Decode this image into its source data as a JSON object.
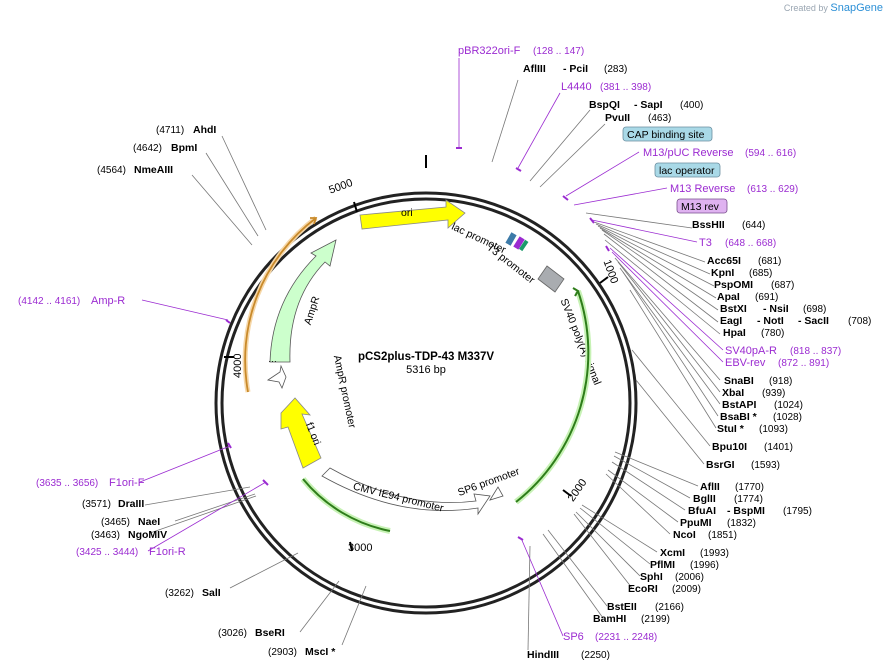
{
  "header": {
    "credit_prefix": "Created by",
    "credit_brand": "SnapGene"
  },
  "plasmid": {
    "name": "pCS2plus-TDP-43 M337V",
    "size": "5316 bp"
  },
  "ticks": [
    "5000",
    "1000",
    "2000",
    "3000",
    "4000"
  ],
  "left_labels": [
    {
      "pos": "(4711)",
      "name": "AhdI"
    },
    {
      "pos": "(4642)",
      "name": "BpmI"
    },
    {
      "pos": "(4564)",
      "name": "NmeAIII"
    },
    {
      "pos": "(3571)",
      "name": "DraIII"
    },
    {
      "pos": "(3465)",
      "name": "NaeI"
    },
    {
      "pos": "(3463)",
      "name": "NgoMIV"
    },
    {
      "pos": "(3262)",
      "name": "SalI"
    },
    {
      "pos": "(3026)",
      "name": "BseRI"
    },
    {
      "pos": "(2903)",
      "name": "MscI *"
    }
  ],
  "left_primers": [
    {
      "pos": "(4142 .. 4161)",
      "name": "Amp-R"
    },
    {
      "pos": "(3635 .. 3656)",
      "name": "F1ori-F"
    },
    {
      "pos": "(3425 .. 3444)",
      "name": "F1ori-R"
    }
  ],
  "top_labels": {
    "pbr_name": "pBR322ori-F",
    "pbr_pos": "(128 .. 147)",
    "afl_name": "AflIII",
    "pci_name": "- PciI",
    "afl_pos": "(283)",
    "l4440_name": "L4440",
    "l4440_pos": "(381 .. 398)",
    "bspqi_name": "BspQI",
    "sapi_name": "- SapI",
    "bspqi_pos": "(400)",
    "pvuii_name": "PvuII",
    "pvuii_pos": "(463)"
  },
  "right_labels": {
    "cap": "CAP binding site",
    "m13puc_name": "M13/pUC Reverse",
    "m13puc_pos": "(594 .. 616)",
    "lacop": "lac operator",
    "m13rev_name": "M13 Reverse",
    "m13rev_pos": "(613 .. 629)",
    "m13rev_box": "M13 rev",
    "bsshii": "BssHII",
    "bsshii_pos": "(644)",
    "t3": "T3",
    "t3_pos": "(648 .. 668)",
    "acc65i": "Acc65I",
    "acc65i_pos": "(681)",
    "kpni": "KpnI",
    "kpni_pos": "(685)",
    "pspomi": "PspOMI",
    "pspomi_pos": "(687)",
    "apai": "ApaI",
    "apai_pos": "(691)",
    "bstxi": "BstXI",
    "nsii": "- NsiI",
    "bstxi_pos": "(698)",
    "eagi": "EagI",
    "noti": "- NotI",
    "sacii": "- SacII",
    "eagi_pos": "(708)",
    "hpai": "HpaI",
    "hpai_pos": "(780)",
    "sv40pa": "SV40pA-R",
    "sv40pa_pos": "(818 .. 837)",
    "ebv": "EBV-rev",
    "ebv_pos": "(872 .. 891)",
    "snabi": "SnaBI",
    "snabi_pos": "(918)",
    "xbai": "XbaI",
    "xbai_pos": "(939)",
    "bstapi": "BstAPI",
    "bstapi_pos": "(1024)",
    "bsabi": "BsaBI *",
    "bsabi_pos": "(1028)",
    "stui": "StuI *",
    "stui_pos": "(1093)",
    "bpu10i": "Bpu10I",
    "bpu10i_pos": "(1401)",
    "bsrgi": "BsrGI",
    "bsrgi_pos": "(1593)",
    "afii": "AflII",
    "afii_pos": "(1770)",
    "bglii": "BglII",
    "bglii_pos": "(1774)",
    "bfuai": "BfuAI",
    "bspmi": "- BspMI",
    "bfuai_pos": "(1795)",
    "ppumi": "PpuMI",
    "ppumi_pos": "(1832)",
    "ncoi": "NcoI",
    "ncoi_pos": "(1851)",
    "xcmi": "XcmI",
    "xcmi_pos": "(1993)",
    "pflmi": "PflMI",
    "pflmi_pos": "(1996)",
    "sphi": "SphI",
    "sphi_pos": "(2006)",
    "ecori": "EcoRI",
    "ecori_pos": "(2009)",
    "bsteii": "BstEII",
    "bsteii_pos": "(2166)",
    "bamhi": "BamHI",
    "bamhi_pos": "(2199)",
    "sp6": "SP6",
    "sp6_pos": "(2231 .. 2248)",
    "hindiii": "HindIII",
    "hindiii_pos": "(2250)"
  },
  "features": {
    "ori": "ori",
    "lac_promoter": "lac promoter",
    "t3_promoter": "T3 promoter",
    "sv40": "SV40 poly(A) signal",
    "ampr": "AmpR",
    "ampr_promoter": "AmpR promoter",
    "f1_ori": "f1 ori",
    "cmv": "CMV IE94 promoter",
    "sp6_promoter": "SP6 promoter"
  },
  "colors": {
    "ori": "#ffff00",
    "ampr": "#ccffcc",
    "ampr_promoter": "#ffffff",
    "f1_ori": "#ffff00",
    "sv40": "#a9acb0",
    "primer": "#9b2bd1",
    "insert_arc": "#2e7d1a",
    "ampr_arc": "#c98a2a"
  }
}
